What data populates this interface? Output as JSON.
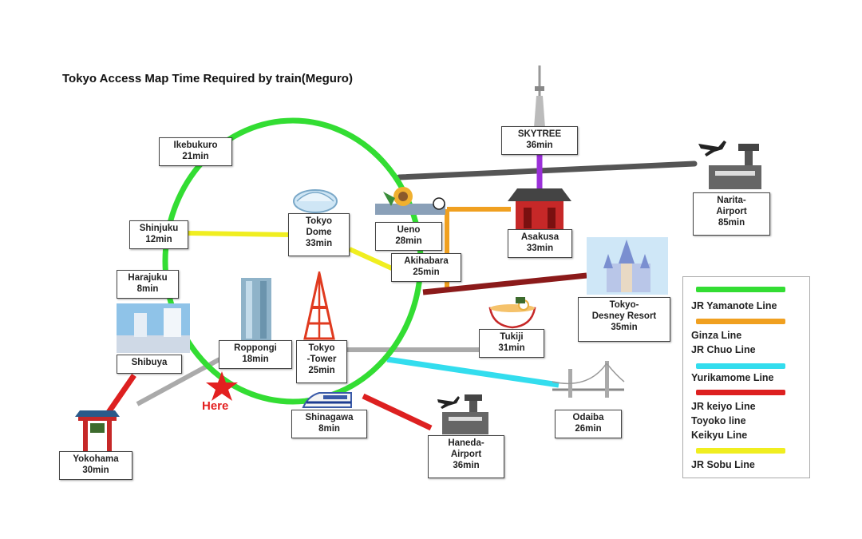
{
  "title": "Tokyo Access Map Time Required by train(Meguro)",
  "here_label": "Here",
  "colors": {
    "yamanote": "#33dd33",
    "ginza_chuo": "#f0a020",
    "yurikamome": "#33ddee",
    "keiyo_toyoko_keikyu": "#dd2020",
    "sobu": "#f0ee20",
    "narita": "#555555",
    "desney": "#8b1a1a",
    "skytree": "#9b30d9",
    "shibuya_link": "#aaaaaa"
  },
  "stations": {
    "ikebukuro": "Ikebukuro\n21min",
    "shinjuku": "Shinjuku\n12min",
    "harajuku": "Harajuku\n8min",
    "shibuya": "Shibuya",
    "yokohama": "Yokohama\n30min",
    "tokyo_dome": "Tokyo\nDome\n33min",
    "roppongi": "Roppongi\n18min",
    "tokyo_tower": "Tokyo\n-Tower\n25min",
    "shinagawa": "Shinagawa\n8min",
    "haneda": "Haneda-\nAirport\n36min",
    "ueno": "Ueno\n28min",
    "akihabara": "Akihabara\n25min",
    "asakusa": "Asakusa\n33min",
    "skytree": "SKYTREE\n36min",
    "narita": "Narita-\nAirport\n85min",
    "tukiji": "Tukiji\n31min",
    "desney": "Tokyo-\nDesney Resort\n35min",
    "odaiba": "Odaiba\n26min"
  },
  "legend": {
    "yamanote": "JR Yamanote Line",
    "ginza_chuo": "Ginza Line\nJR Chuo Line",
    "yurikamome": "Yurikamome Line",
    "red_lines": "JR keiyo Line\nToyoko line\nKeikyu Line",
    "sobu": "JR Sobu Line"
  },
  "icons": [
    "tokyo-dome-icon",
    "tokyo-skytree-icon",
    "tokyo-tower-icon",
    "roppongi-hills-icon",
    "asakusa-temple-icon",
    "ueno-zoo-icon",
    "ramen-icon",
    "rainbow-bridge-icon",
    "castle-icon",
    "airport-icon",
    "shinkansen-icon",
    "yokohama-gate-icon",
    "shibuya-crossing-icon",
    "star-icon"
  ]
}
